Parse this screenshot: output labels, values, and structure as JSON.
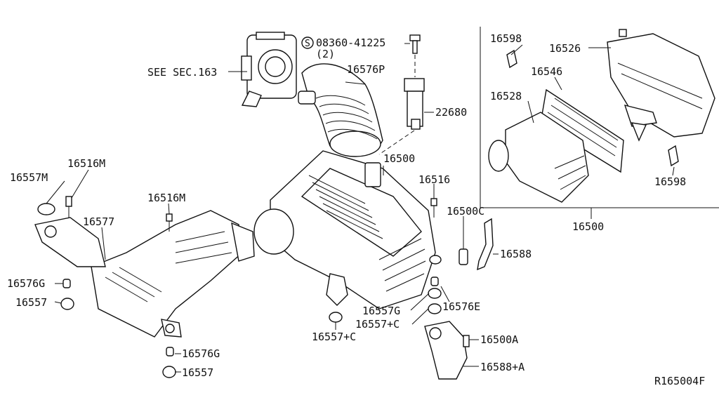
{
  "labels": {
    "p16598_top": "16598",
    "p16526": "16526",
    "p16546": "16546",
    "p16528": "16528",
    "p16598_bot": "16598",
    "p16500_box": "16500",
    "see_sec": "SEE SEC.163",
    "bolt_code": "08360-41225",
    "bolt_qty": "(2)",
    "bolt_symbol": "S",
    "p16576P": "16576P",
    "p22680": "22680",
    "p16500_main": "16500",
    "p16516": "16516",
    "p16500C": "16500C",
    "p16588": "16588",
    "p16516M_a": "16516M",
    "p16557M": "16557M",
    "p16516M_b": "16516M",
    "p16577": "16577",
    "p16576G_a": "16576G",
    "p16557_a": "16557",
    "p16576G_b": "16576G",
    "p16557_b": "16557",
    "p16557G": "16557G",
    "p16576E": "16576E",
    "p16557C_a": "16557+C",
    "p16557C_b": "16557+C",
    "p16500A": "16500A",
    "p16588A": "16588+A",
    "diagram_ref": "R165004F"
  }
}
